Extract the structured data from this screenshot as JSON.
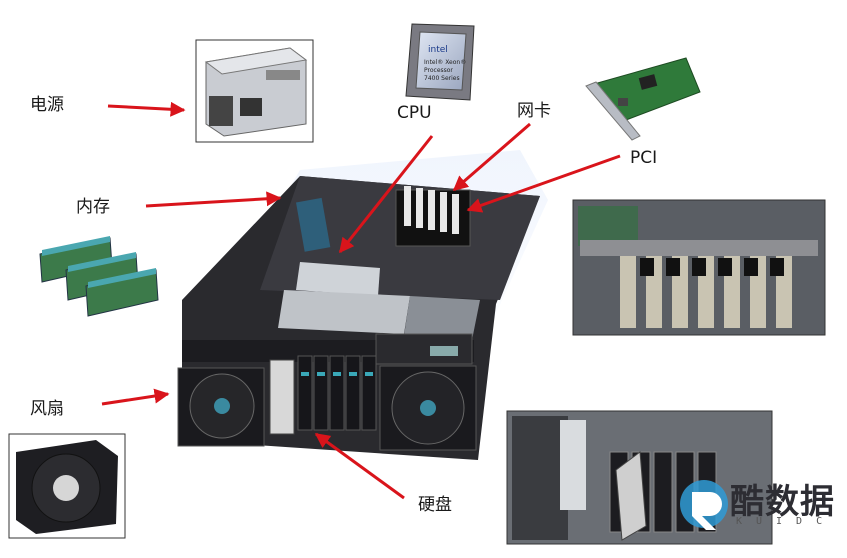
{
  "labels": {
    "power": "电源",
    "memory": "内存",
    "fan": "风扇",
    "cpu": "CPU",
    "nic": "网卡",
    "pci": "PCI",
    "disk": "硬盘"
  },
  "cpu_chip": {
    "brand": "intel",
    "line1": "Intel® Xeon®",
    "line2": "Processor",
    "line3": "7400 Series"
  },
  "watermark": {
    "text": "酷数据",
    "sub": "KUIDC"
  },
  "colors": {
    "arrow": "#d9141b",
    "chassis": "#2a2a2e",
    "label": "#1a1a1a"
  }
}
